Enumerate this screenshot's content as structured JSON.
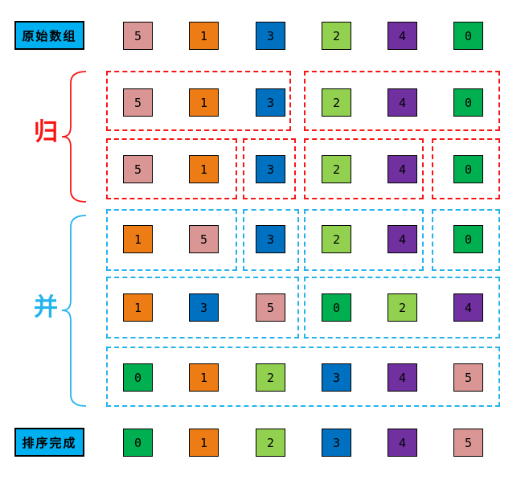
{
  "title_labels": {
    "original": "原始数组",
    "sorted": "排序完成"
  },
  "phase_labels": {
    "split": "归",
    "merge": "并"
  },
  "colors": {
    "label_bg": "#00B0F0",
    "split_accent": "#FA1414",
    "merge_accent": "#25B3ED",
    "cell_border": "#000000",
    "value_colors": {
      "0": "#00B050",
      "1": "#ED7C14",
      "2": "#92D050",
      "3": "#0070C0",
      "4": "#7030A0",
      "5": "#D99694"
    }
  },
  "rows": [
    {
      "name": "original-array",
      "phase": "none",
      "values": [
        5,
        1,
        3,
        2,
        4,
        0
      ],
      "groups": []
    },
    {
      "name": "split-level-1",
      "phase": "split",
      "values": [
        5,
        1,
        3,
        2,
        4,
        0
      ],
      "groups": [
        [
          5,
          1,
          3
        ],
        [
          2,
          4,
          0
        ]
      ]
    },
    {
      "name": "split-level-2",
      "phase": "split",
      "values": [
        5,
        1,
        3,
        2,
        4,
        0
      ],
      "groups": [
        [
          5,
          1
        ],
        [
          3
        ],
        [
          2,
          4
        ],
        [
          0
        ]
      ]
    },
    {
      "name": "merge-level-1",
      "phase": "merge",
      "values": [
        1,
        5,
        3,
        2,
        4,
        0
      ],
      "groups": [
        [
          1,
          5
        ],
        [
          3
        ],
        [
          2,
          4
        ],
        [
          0
        ]
      ]
    },
    {
      "name": "merge-level-2",
      "phase": "merge",
      "values": [
        1,
        3,
        5,
        0,
        2,
        4
      ],
      "groups": [
        [
          1,
          3,
          5
        ],
        [
          0,
          2,
          4
        ]
      ]
    },
    {
      "name": "merge-level-3",
      "phase": "merge",
      "values": [
        0,
        1,
        2,
        3,
        4,
        5
      ],
      "groups": [
        [
          0,
          1,
          2,
          3,
          4,
          5
        ]
      ]
    },
    {
      "name": "sorted-array",
      "phase": "none",
      "values": [
        0,
        1,
        2,
        3,
        4,
        5
      ],
      "groups": []
    }
  ]
}
